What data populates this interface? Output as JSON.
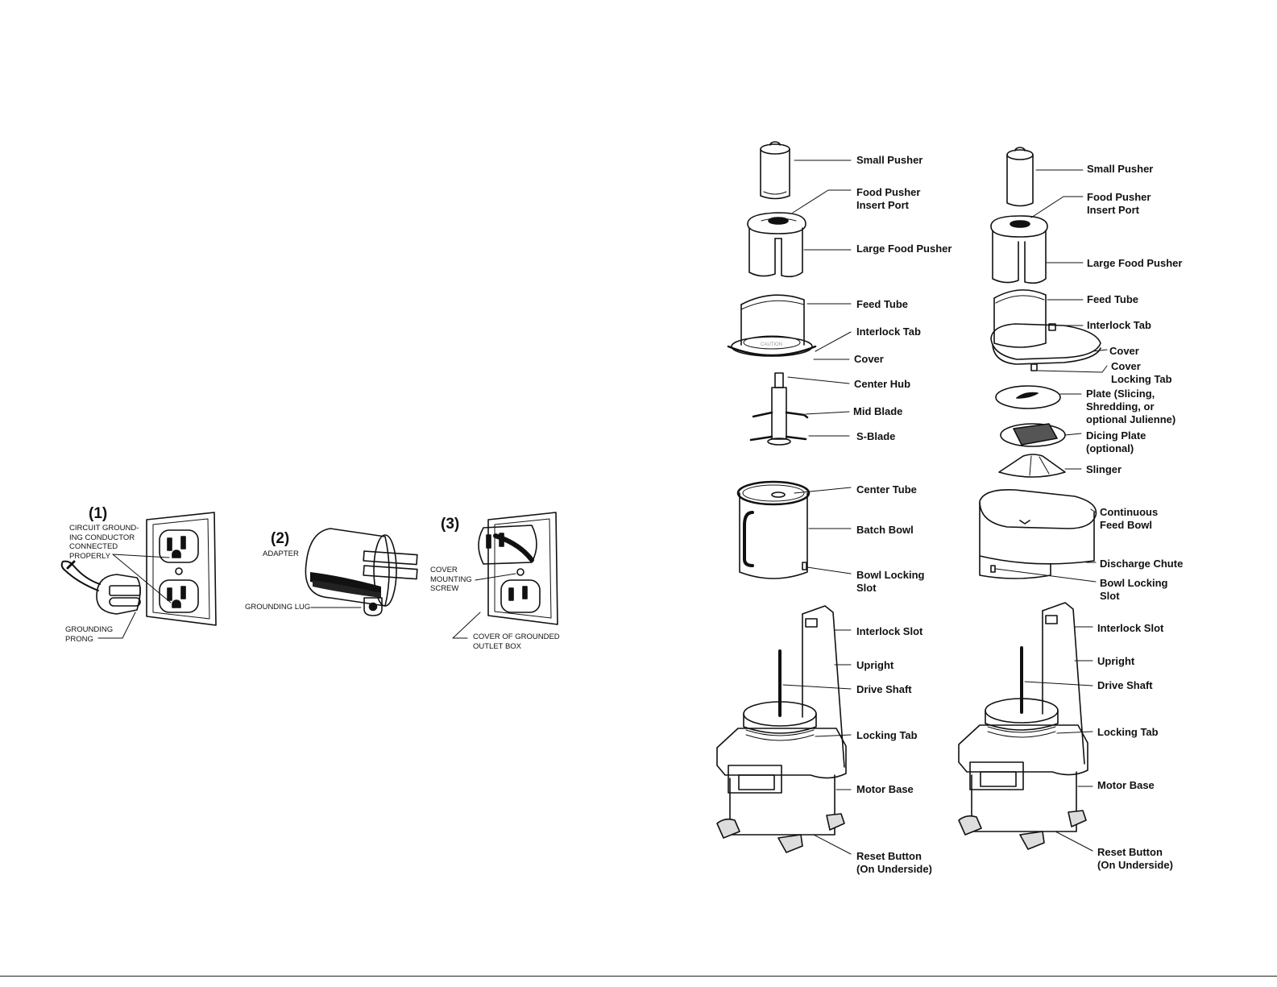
{
  "grounding": {
    "fig1": {
      "number": "(1)",
      "conductor": "CIRCUIT GROUND-\nING CONDUCTOR\nCONNECTED\nPROPERLY",
      "prong": "GROUNDING\nPRONG"
    },
    "fig2": {
      "number": "(2)",
      "adapter": "ADAPTER",
      "lug": "GROUNDING LUG"
    },
    "fig3": {
      "number": "(3)",
      "screw": "COVER\nMOUNTING\nSCREW",
      "box": "COVER OF GROUNDED\nOUTLET BOX"
    }
  },
  "batch_assembly": {
    "labels": [
      "Small Pusher",
      "Food Pusher\nInsert Port",
      "Large Food Pusher",
      "Feed Tube",
      "Interlock Tab",
      "Cover",
      "Center Hub",
      "Mid Blade",
      "S-Blade",
      "Center Tube",
      "Batch Bowl",
      "Bowl Locking\nSlot",
      "Interlock Slot",
      "Upright",
      "Drive Shaft",
      "Locking Tab",
      "Motor Base",
      "Reset Button\n(On Underside)"
    ],
    "caution_text": "CAUTION"
  },
  "continuous_assembly": {
    "labels": [
      "Small Pusher",
      "Food Pusher\nInsert Port",
      "Large Food Pusher",
      "Feed Tube",
      "Interlock Tab",
      "Cover",
      "Cover\nLocking Tab",
      "Plate (Slicing,\nShredding, or\noptional Julienne)",
      "Dicing Plate\n(optional)",
      "Slinger",
      "Continuous\nFeed Bowl",
      "Discharge Chute",
      "Bowl Locking\nSlot",
      "Interlock Slot",
      "Upright",
      "Drive Shaft",
      "Locking Tab",
      "Motor Base",
      "Reset Button\n(On Underside)"
    ]
  }
}
